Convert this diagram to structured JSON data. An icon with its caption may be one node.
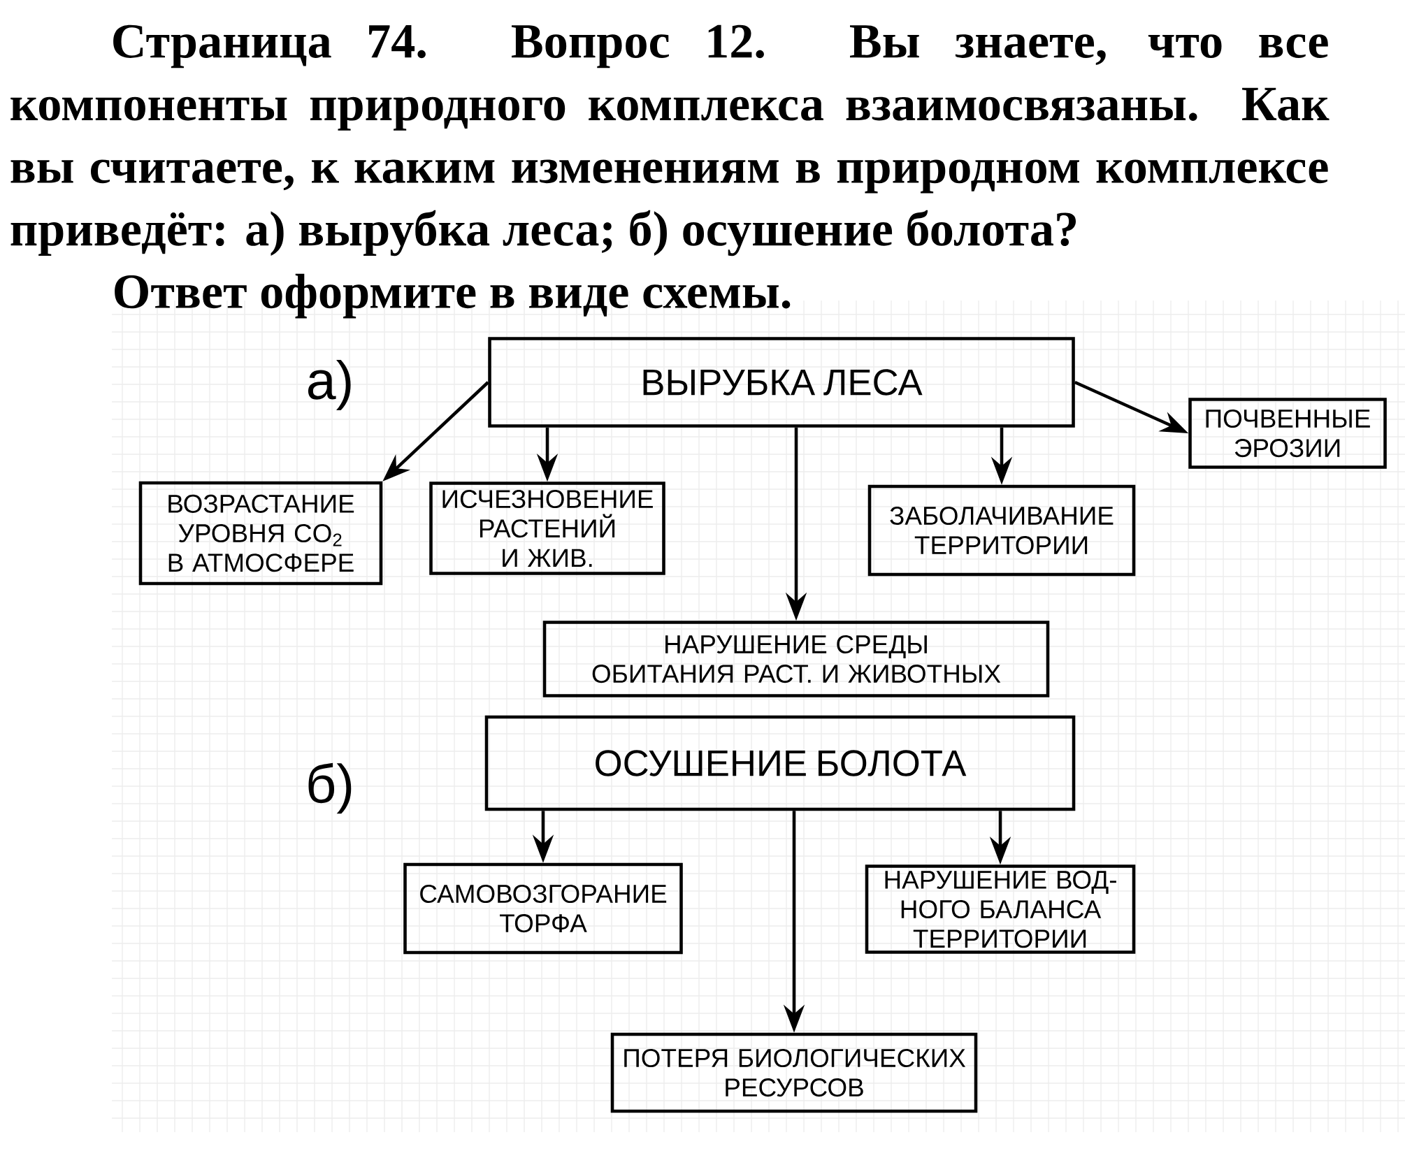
{
  "diagram": {
    "title": "Страница 74. Вопрос 12. Вы знаете, что все компоненты природного комплекса взаимосвязаны. Как вы считаете, к каким изменениям в природном комплексе приведёт: а) вырубка леса; б) осушение болота?",
    "nodes": [
      {
        "text": [
          "ВЫРУБКА ЛЕСА"
        ]
      },
      {
        "text": [
          "ПОЧВЕННЫЕ ЭРОЗИИ"
        ]
      },
      {
        "text": [
          "ВОЗРАСТАНИЕ УРОВНЯ CO$_{2}$ В АТМОСФЕРЕ"
        ]
      },
      {
        "text": [
          "ИСЧЕЗНОВЕНИЕ РАСТЕНИЙ И ЖИВ."
        ]
      },
      {
        "text": [
          "ЗАБОЛАЧИВАНИЕ ТЕРРИТОРИИ"
        ]
      },
      {
        "text": [
          "НАРУШЕНИЕ СРЕДЫ ОБИТАНИЯ РАСТ. И ЖИВОТНЫХ"
        ]
      },
      {
        "text": [
          "ОСУШЕНИЕ БОЛОТА"
        ]
      },
      {
        "text": [
          "САМОВОЗГОРАНИЕ ТОРФА"
        ]
      },
      {
        "text": [
          "НАРУШЕНИЕ ВОД- НОГО БАЛАНСА ТЕРРИТОРИИ"
        ]
      },
      {
        "text": [
          "ПОТЕРЯ БИОЛОГИЧЕСКИХ РЕСУРСОВ"
        ]
      }
    ],
    "edges": [
      {
        "from": 0,
        "to": 2,
        "arrow": "to"
      },
      {
        "from": 0,
        "to": 3,
        "arrow": "to"
      },
      {
        "from": 0,
        "to": 5,
        "arrow": "to"
      },
      {
        "from": 0,
        "to": 4,
        "arrow": "to"
      },
      {
        "from": 0,
        "to": 1,
        "arrow": "to"
      },
      {
        "from": 6,
        "to": 7,
        "arrow": "to"
      },
      {
        "from": 6,
        "to": 9,
        "arrow": "to"
      },
      {
        "from": 6,
        "to": 8,
        "arrow": "to"
      }
    ],
    "labels": [
      "Ответ оформите в виде схемы.",
      "а)",
      "б)"
    ]
  }
}
